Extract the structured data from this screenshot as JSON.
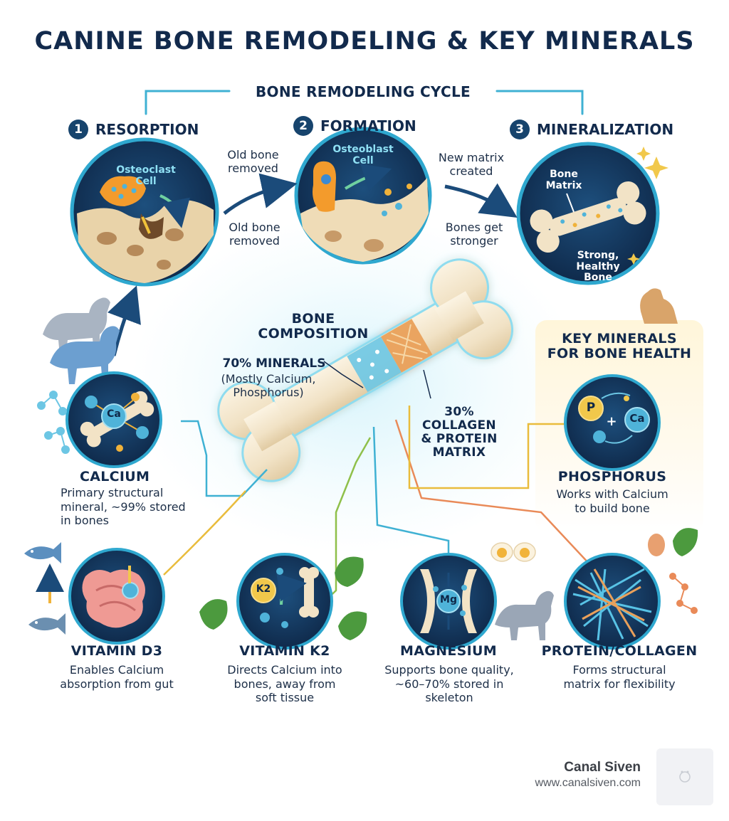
{
  "title": "CANINE BONE REMODELING & KEY MINERALS",
  "cycle": {
    "title": "BONE REMODELING CYCLE",
    "steps": [
      {
        "num": "1",
        "title": "RESORPTION",
        "cell_label": "Osteoclast\nCell"
      },
      {
        "num": "2",
        "title": "FORMATION",
        "cell_label": "Osteoblast\nCell"
      },
      {
        "num": "3",
        "title": "MINERALIZATION",
        "matrix_label": "Bone\nMatrix",
        "result_label": "Strong,\nHealthy\nBone"
      }
    ],
    "arrow1_top": "Old bone\nremoved",
    "arrow1_bottom": "Old bone\nremoved",
    "arrow2_top": "New matrix\ncreated",
    "arrow2_bottom": "Bones get\nstronger"
  },
  "composition": {
    "title": "BONE\nCOMPOSITION",
    "minerals_pct": "70% MINERALS",
    "minerals_note": "(Mostly Calcium,\nPhosphorus)",
    "collagen": "30%\nCOLLAGEN\n& PROTEIN\nMATRIX"
  },
  "key_minerals": {
    "title": "KEY MINERALS\nFOR BONE HEALTH"
  },
  "nutrients": [
    {
      "id": "calcium",
      "symbol": "Ca",
      "name": "CALCIUM",
      "desc": "Primary structural\nmineral, ~99% stored\nin bones",
      "color": "#4fb3d9"
    },
    {
      "id": "phosphorus",
      "symbol": "P",
      "symbol2": "Ca",
      "name": "PHOSPHORUS",
      "desc": "Works with Calcium\nto build bone",
      "color": "#e8b23a"
    },
    {
      "id": "vitamin-d3",
      "name": "VITAMIN D3",
      "desc": "Enables Calcium\nabsorption from gut",
      "color": "#e9bc3c"
    },
    {
      "id": "vitamin-k2",
      "symbol": "K2",
      "name": "VITAMIN K2",
      "desc": "Directs Calcium into\nbones, away from\nsoft tissue",
      "color": "#8fc04a"
    },
    {
      "id": "magnesium",
      "symbol": "Mg",
      "name": "MAGNESIUM",
      "desc": "Supports bone quality,\n~60–70% stored in\nskeleton",
      "color": "#4fb3d9"
    },
    {
      "id": "protein-collagen",
      "name": "PROTEIN/COLLAGEN",
      "desc": "Forms structural\nmatrix for flexibility",
      "color": "#e89a6a"
    }
  ],
  "brand": {
    "name": "Canal Siven",
    "url": "www.canalsiven.com"
  },
  "colors": {
    "navy": "#122a4c",
    "teal": "#3fb1d3",
    "bone": "#f4e6c9",
    "gold": "#f1c84b",
    "orange": "#e98a58",
    "green": "#8fc04a"
  },
  "icons": [
    "dog-icon",
    "arrow-icon",
    "molecule-icon",
    "fish-icon",
    "leaf-icon",
    "egg-icon",
    "sparkle-icon",
    "bone-icon"
  ]
}
